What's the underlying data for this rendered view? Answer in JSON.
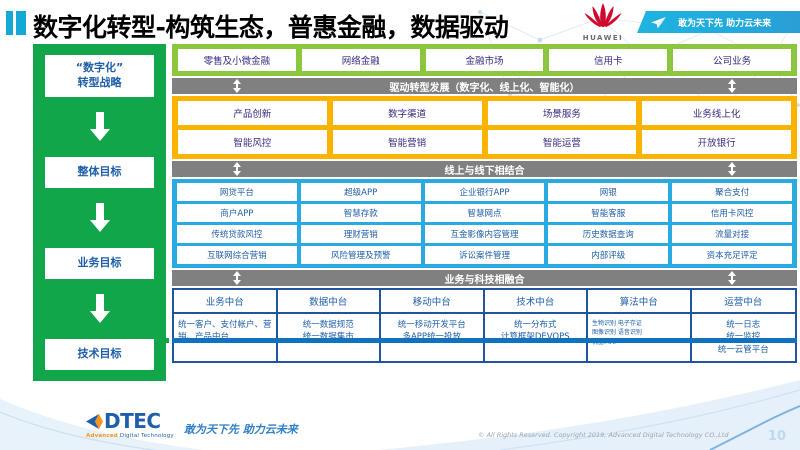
{
  "header": {
    "title": "数字化转型-构筑生态，普惠金融，数据驱动",
    "brand": "HUAWEI",
    "banner_text": "敢为天下先 助力云未来",
    "accent_color": "#14a8d4",
    "brand_color": "#CF0A2C"
  },
  "sidebar": {
    "bg_color": "#11A64A",
    "items": [
      {
        "label": "“数字化”\n转型战略"
      },
      {
        "label": "整体目标"
      },
      {
        "label": "业务目标"
      },
      {
        "label": "技术目标"
      }
    ]
  },
  "bands": {
    "business_lines": {
      "color": "#8CC63F",
      "cells": [
        "零售及小微金融",
        "网络金融",
        "金融市场",
        "信用卡",
        "公司业务"
      ]
    },
    "connector_1": {
      "label": "驱动转型发展（数字化、线上化、智能化）",
      "color": "#808080"
    },
    "transformation": {
      "color": "#FAB400",
      "cells": [
        "产品创新",
        "数字渠道",
        "场景服务",
        "业务线上化",
        "智能风控",
        "智能营销",
        "智能运营",
        "开放银行"
      ]
    },
    "connector_2": {
      "label": "线上与线下相结合",
      "color": "#808080"
    },
    "online_offline": {
      "color": "#29ABE2",
      "cells": [
        "网贷平台",
        "超级APP",
        "企业银行APP",
        "网银",
        "聚合支付",
        "商户APP",
        "智慧存款",
        "智慧网点",
        "智能客服",
        "信用卡风控",
        "传统贷款风控",
        "理财营销",
        "互金影像内容管理",
        "历史数据查询",
        "流量对接",
        "互联网综合营销",
        "风险管理及预警",
        "诉讼案件管理",
        "内部评级",
        "资本充足评定"
      ]
    },
    "connector_3": {
      "label": "业务与科技相融合",
      "color": "#808080"
    },
    "midend": {
      "border_color": "#1F55A0",
      "columns": [
        {
          "head": "业务中台",
          "body": "统一客户、支付帐户、营销、产品中台",
          "style": "left"
        },
        {
          "head": "数据中台",
          "body": "统一数据规范\n统一数据集市",
          "style": "center"
        },
        {
          "head": "移动中台",
          "body": "统一移动开发平台\n多APP统一投放",
          "style": "center"
        },
        {
          "head": "技术中台",
          "body": "统一分布式\n计算框架DEVOPS",
          "style": "center"
        },
        {
          "head": "算法中台",
          "body": "生物识别 电子存证\n图像识别 语音识别\n机器人AI",
          "style": "tiny"
        },
        {
          "head": "运营中台",
          "body": "统一日志\n统一监控\n统一云管平台",
          "style": "center"
        }
      ]
    }
  },
  "footer": {
    "logo_text": "DTEC",
    "logo_tagline_bold": "Advanced",
    "logo_tagline_rest": " Digital Technology",
    "slogan": "敢为天下先   助力云未来",
    "copyright": "© All Rights Reserved. Copyright 2019, Advanced Digital Technology CO.,Ltd",
    "page_number": "10"
  }
}
